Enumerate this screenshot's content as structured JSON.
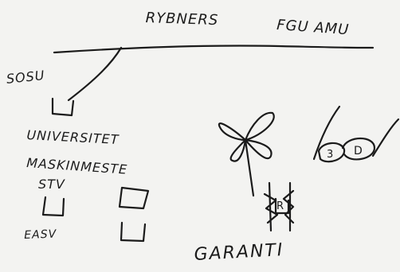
{
  "board": {
    "rybners": "RYBNERS",
    "fgu_amu": "FGU AMU",
    "sosu": "SOSU",
    "universitet": "UNIVERSITET",
    "maskinmester": "MASKINMESTE",
    "stv": "STV",
    "easv": "EASV",
    "garanti": "GARANTI",
    "three": "3",
    "d": "D",
    "r": "R"
  },
  "ink_color": "#1b1b1b"
}
